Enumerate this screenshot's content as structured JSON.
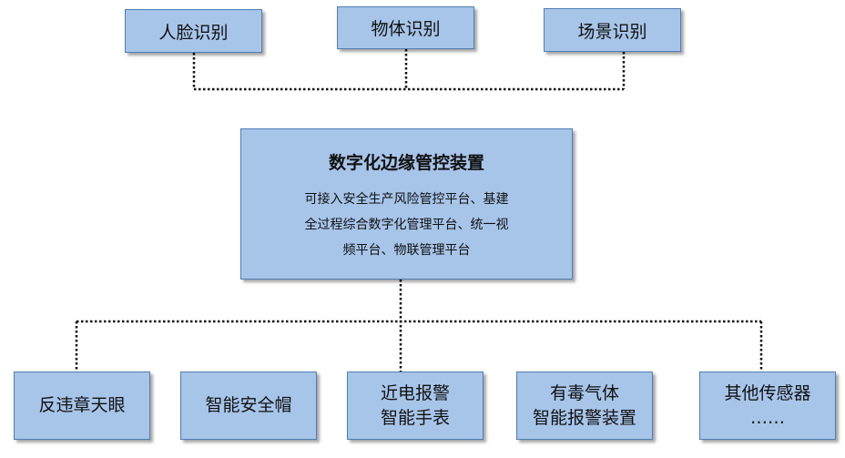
{
  "top_nodes": [
    {
      "label": "人脸识别"
    },
    {
      "label": "物体识别"
    },
    {
      "label": "场景识别"
    }
  ],
  "center": {
    "title": "数字化边缘管控装置",
    "lines": [
      "可接入安全生产风险管控平台、基建",
      "全过程综合数字化管理平台、统一视",
      "频平台、物联管理平台"
    ]
  },
  "bottom_nodes": [
    {
      "lines": [
        "反违章天眼"
      ]
    },
    {
      "lines": [
        "智能安全帽"
      ]
    },
    {
      "lines": [
        "近电报警",
        "智能手表"
      ]
    },
    {
      "lines": [
        "有毒气体",
        "智能报警装置"
      ]
    },
    {
      "lines": [
        "其他传感器",
        "……"
      ]
    }
  ],
  "colors": {
    "box_fill": "#a7c5e9",
    "box_border": "#4f7eb4",
    "connector": "#111111"
  }
}
